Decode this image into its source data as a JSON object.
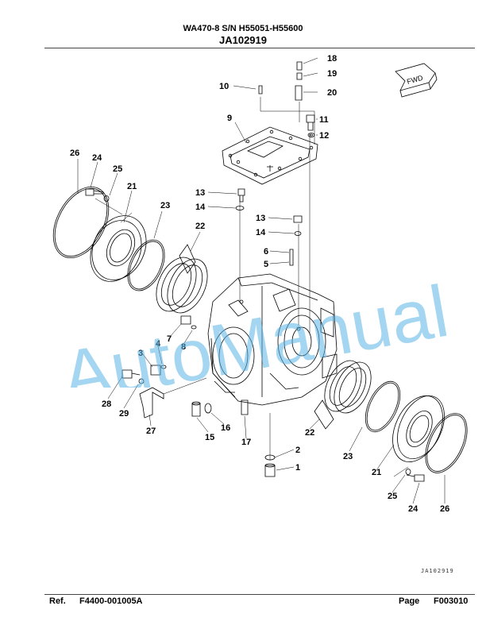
{
  "header": {
    "model": "WA470-8 S/N H55051-H55600",
    "ref_code": "JA102919"
  },
  "footer": {
    "ref_label": "Ref.",
    "ref_value": "F4400-001005A",
    "page_label": "Page",
    "page_value": "F003010"
  },
  "drawing_number": "JA102919",
  "fwd_label": "FWD",
  "watermark": "AutoManual",
  "watermark_color": "#5ab4e6",
  "callouts": [
    "18",
    "19",
    "20",
    "10",
    "11",
    "12",
    "9",
    "26",
    "24",
    "25",
    "21",
    "23",
    "22",
    "13",
    "14",
    "13",
    "14",
    "6",
    "5",
    "7",
    "8",
    "3",
    "4",
    "28",
    "29",
    "27",
    "15",
    "16",
    "17",
    "2",
    "1",
    "22",
    "23",
    "21",
    "25",
    "24",
    "26"
  ]
}
